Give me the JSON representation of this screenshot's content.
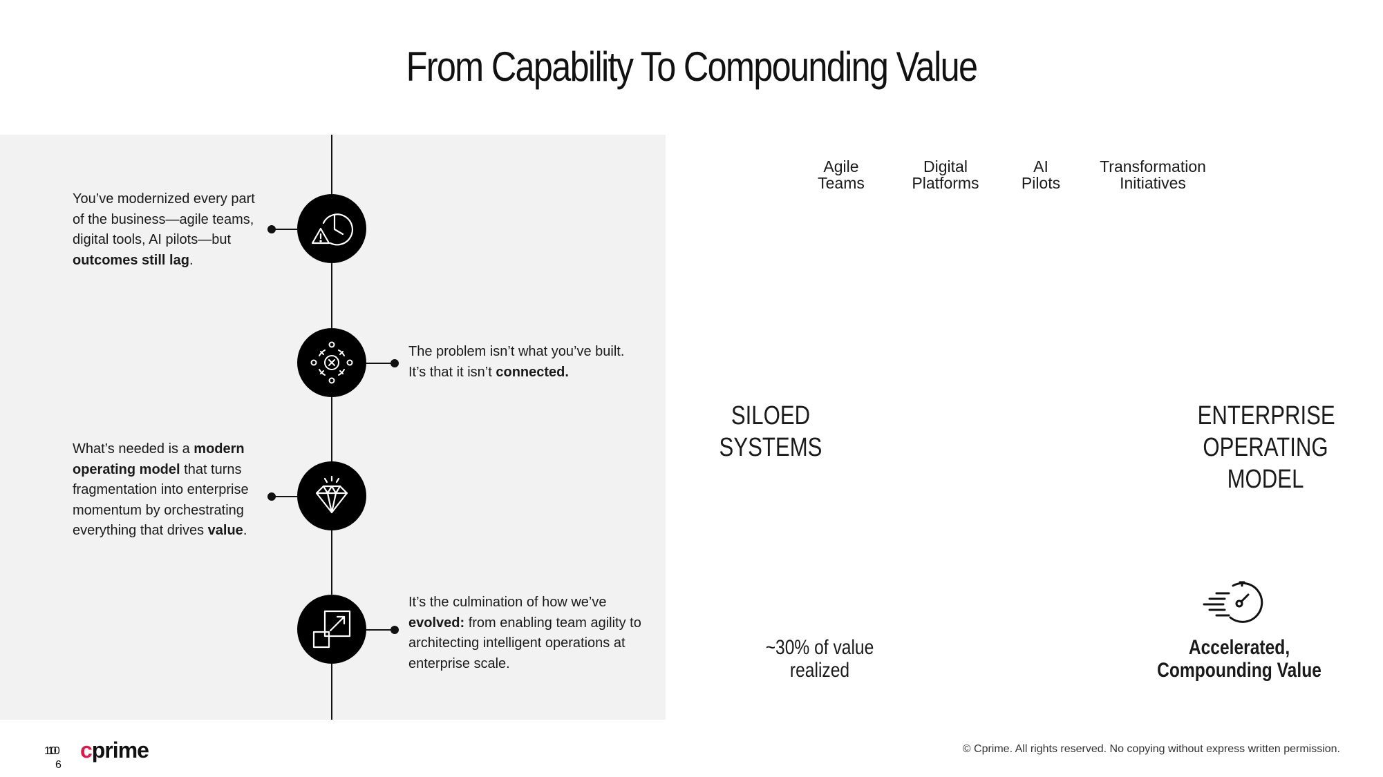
{
  "title": "From Capability To Compounding Value",
  "steps": [
    {
      "icon": "clock-warning-icon",
      "text_html": "You’ve modernized every part of the business—agile teams, digital tools, AI pilots—but <b>outcomes still lag</b>."
    },
    {
      "icon": "disconnected-network-icon",
      "text_html": "The problem isn’t what you’ve built. It’s that it isn’t <b>connected.</b>"
    },
    {
      "icon": "diamond-icon",
      "text_html": "What’s needed is a <b>modern operating model</b> that turns fragmentation into enterprise momentum by orchestrating everything that drives <b>value</b>."
    },
    {
      "icon": "expand-squares-icon",
      "text_html": "It’s the culmination of how we’ve <b>evolved:</b> from enabling team agility to architecting intelligent operations at enterprise scale."
    }
  ],
  "columns": [
    {
      "line1": "Agile",
      "line2": "Teams"
    },
    {
      "line1": "Digital",
      "line2": "Platforms"
    },
    {
      "line1": "AI",
      "line2": "Pilots"
    },
    {
      "line1": "Transformation",
      "line2": "Initiatives"
    }
  ],
  "siloed": {
    "line1": "SILOED",
    "line2": "SYSTEMS"
  },
  "enterprise": {
    "line1": "ENTERPRISE",
    "line2": "OPERATING",
    "line3": "MODEL"
  },
  "value_left": {
    "line1": "~30% of value",
    "line2": "realized"
  },
  "value_right": {
    "line1": "Accelerated,",
    "line2": "Compounding Value",
    "icon": "speedometer-fast-icon"
  },
  "footer": {
    "page_overlap_a": "10",
    "page_overlap_b": "10",
    "page_line2": "6",
    "logo_c": "c",
    "logo_rest": "prime",
    "copyright": "© Cprime. All rights reserved. No copying without express written permission."
  },
  "colors": {
    "accent": "#e5174a",
    "panel": "#f2f2f2",
    "node": "#000000"
  }
}
